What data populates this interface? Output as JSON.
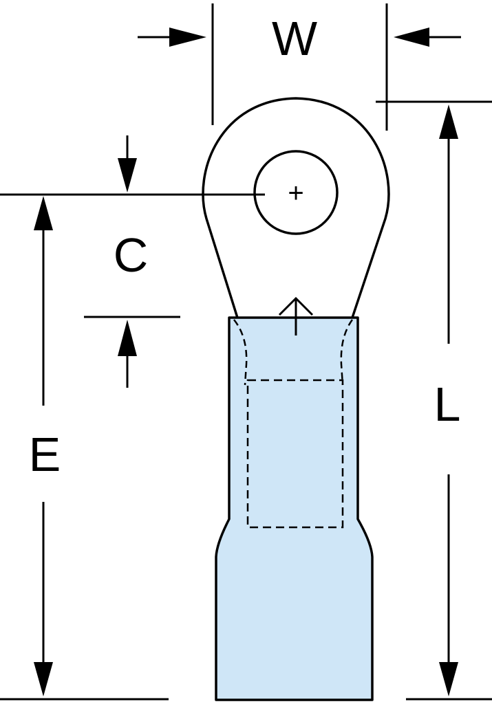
{
  "labels": {
    "width": "W",
    "center_to_end": "C",
    "end_length": "E",
    "overall_length": "L",
    "center_mark": "+"
  },
  "colors": {
    "line": "#000000",
    "insulation_fill": "#cfe6f7",
    "background": "#ffffff"
  }
}
